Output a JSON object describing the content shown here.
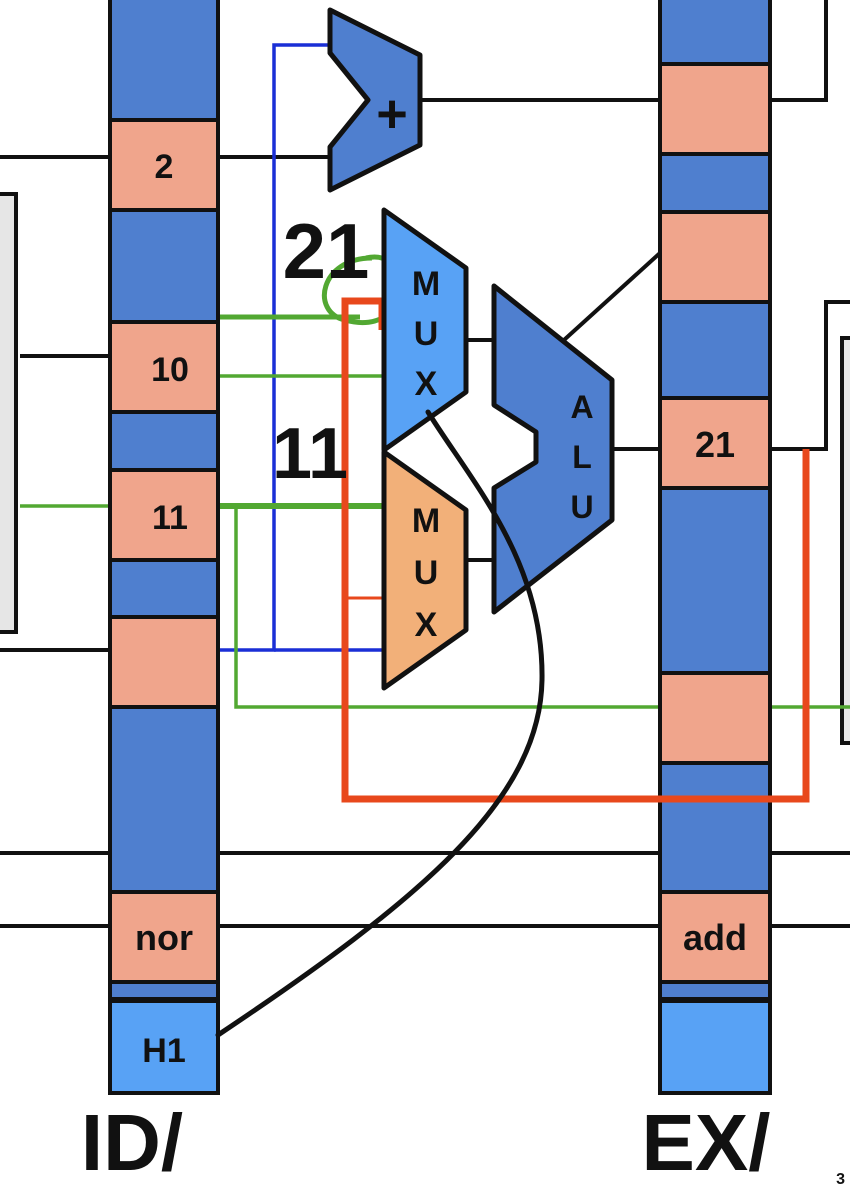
{
  "colors": {
    "reg_blue": "#4f7fcf",
    "reg_salmon": "#f0a58c",
    "mux_light_blue": "#58a2f5",
    "mux_orange": "#f2b079",
    "h1_light_blue": "#58a2f5",
    "wire_black": "#111111",
    "wire_blue": "#1a2fd6",
    "wire_green": "#52a832",
    "wire_red": "#e8481c",
    "latch_grey": "#e6e6e6"
  },
  "id_register": {
    "label": "ID/",
    "fields": {
      "f2": "2",
      "f10": "10",
      "f11": "11",
      "op": "nor",
      "hazard": "H1"
    }
  },
  "ex_register": {
    "label": "EX/",
    "fields": {
      "f21": "21",
      "op": "add"
    }
  },
  "adder": {
    "symbol": "+"
  },
  "mux_top": {
    "letters": [
      "M",
      "U",
      "X"
    ]
  },
  "mux_bottom": {
    "letters": [
      "M",
      "U",
      "X"
    ]
  },
  "alu": {
    "letters": [
      "A",
      "L",
      "U"
    ]
  },
  "annotations": {
    "top_value": "21",
    "bottom_value": "11"
  },
  "page_number": "3"
}
